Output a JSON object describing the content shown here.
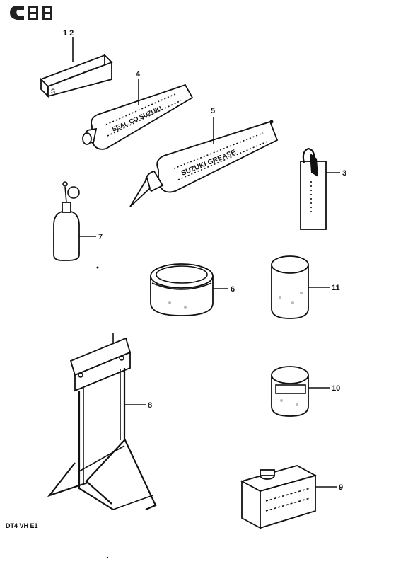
{
  "header": {
    "logo_marks": [
      "C",
      "II"
    ],
    "logo_text": [
      "logo"
    ]
  },
  "callouts": [
    {
      "id": "c-1-2",
      "label": "1  2"
    },
    {
      "id": "c-4",
      "label": "4"
    },
    {
      "id": "c-5",
      "label": "5"
    },
    {
      "id": "c-3",
      "label": "3"
    },
    {
      "id": "c-7",
      "label": "7"
    },
    {
      "id": "c-6",
      "label": "6"
    },
    {
      "id": "c-11",
      "label": "11"
    },
    {
      "id": "c-8",
      "label": "8"
    },
    {
      "id": "c-10",
      "label": "10"
    },
    {
      "id": "c-9",
      "label": "9"
    }
  ],
  "tube4": {
    "print": "SEAL CO  SUZUKI"
  },
  "tube5": {
    "print": "SUZUKI  GREASE"
  },
  "footer": {
    "code": "DT4  VH  E1"
  }
}
